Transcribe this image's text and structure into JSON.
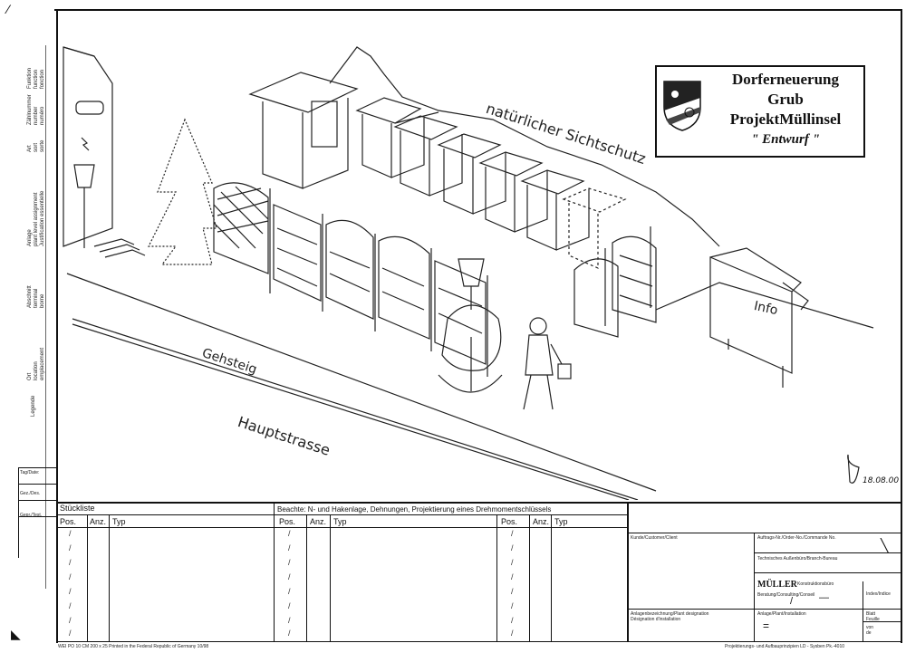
{
  "sidebar": {
    "labels": [
      "Funktion\nfunction\nfonction",
      "Zählnummer\nnumber\nnuméro",
      "Art\nsort\nsorte",
      "Anlage\nplant level assignment\nJustification essentielle",
      "Abschnitt\nterminal\nborne",
      "Ort\nlocation\nemplacement",
      "Legende"
    ],
    "rows": [
      "Tag/Date:",
      "Gez./Des.",
      "Gepr./Test."
    ]
  },
  "title_box": {
    "line1": "Dorferneuerung",
    "line2": "Grub",
    "line3": "ProjektMüllinsel",
    "line4": "\" Entwurf \""
  },
  "sketch": {
    "label_sichtschutz": "natürlicher Sichtschutz",
    "label_gehsteig": "Gehsteig",
    "label_hauptstrasse": "Hauptstrasse",
    "label_info": "Info",
    "signature_date": "18.08.00"
  },
  "parts_list": {
    "title": "Stückliste",
    "note": "Beachte: N- und Hakenlage, Dehnungen, Projektierung eines Drehmomentschlüssels",
    "headers": [
      {
        "pos": "Pos.",
        "anz": "Anz.",
        "typ": "Typ"
      },
      {
        "pos": "Pos.",
        "anz": "Anz.",
        "typ": "Typ"
      },
      {
        "pos": "Pos.",
        "anz": "Anz.",
        "typ": "Typ"
      }
    ],
    "row_mark": "/"
  },
  "right_block": {
    "customer": "Kunde/Customer/Client",
    "order": "Auftrags-Nr./Order-No./Commande No.",
    "office": "Technisches Außenbüro/Branch-Bureau",
    "company": "MÜLLER",
    "company_sub": "Konstruktionsbüro",
    "consulting": "Beratung/Consulting/Conseil",
    "index": "Index/Indice",
    "plant_desc": "Anlagenbezeichnung/Plant designation\nDésignation d'installation",
    "plant": "Anlage/Plant/Installation",
    "sheet": "Blatt\nFeuille",
    "of": "von\nde",
    "mark1": "/",
    "mark2": "—",
    "mark3": "="
  },
  "footer": {
    "left": "WEI PO 10 CM 200 x 25  Printed in the Federal Republic of Germany 10/98",
    "right": "Projektierungs- und Aufbauprinzipien LD - Sysben   Pk.-4010"
  }
}
